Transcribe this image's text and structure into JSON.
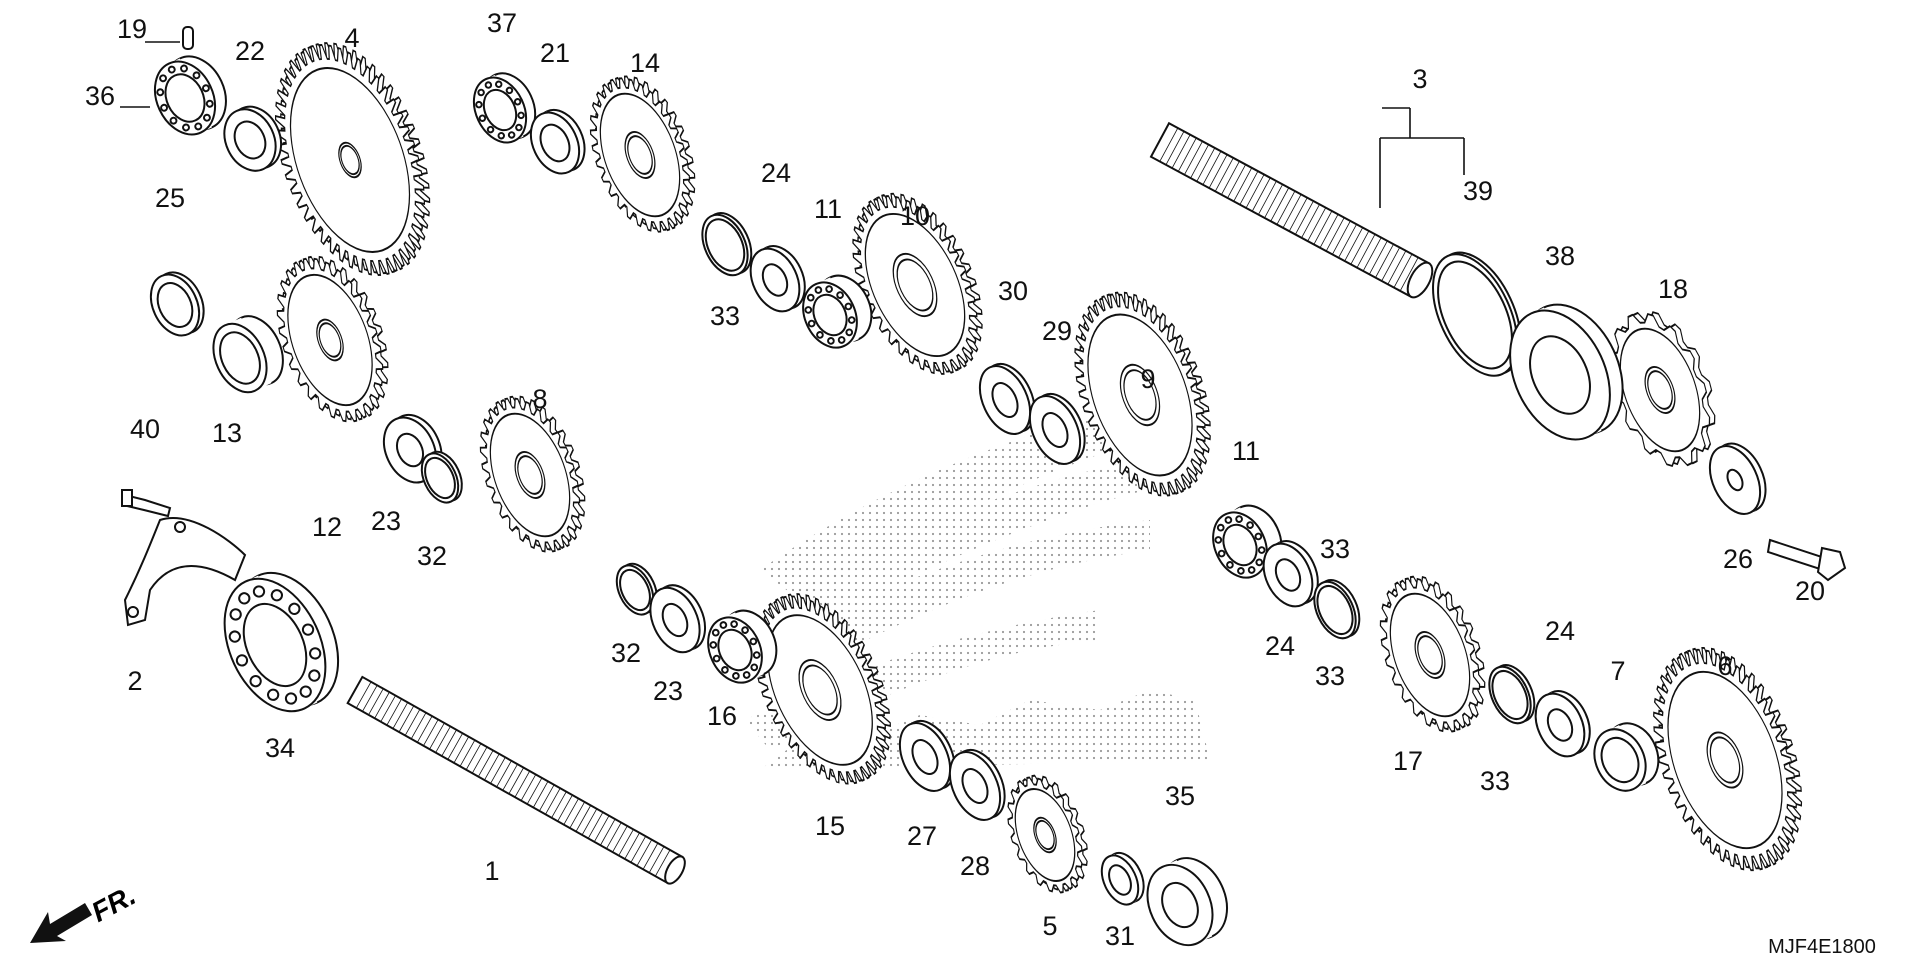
{
  "diagram_code": "MJF4E1800",
  "direction_label": "FR.",
  "callouts": [
    "1",
    "2",
    "3",
    "4",
    "5",
    "6",
    "7",
    "8",
    "9",
    "10",
    "11",
    "11",
    "12",
    "13",
    "14",
    "15",
    "16",
    "17",
    "18",
    "19",
    "20",
    "21",
    "22",
    "23",
    "23",
    "24",
    "24",
    "24",
    "25",
    "26",
    "27",
    "28",
    "29",
    "30",
    "31",
    "32",
    "32",
    "33",
    "33",
    "33",
    "33",
    "34",
    "35",
    "36",
    "37",
    "38",
    "39",
    "40"
  ],
  "colors": {
    "ink": "#111111",
    "paper": "#ffffff",
    "halftone": "#9a9a9a"
  },
  "icon": "forward-arrow-icon"
}
